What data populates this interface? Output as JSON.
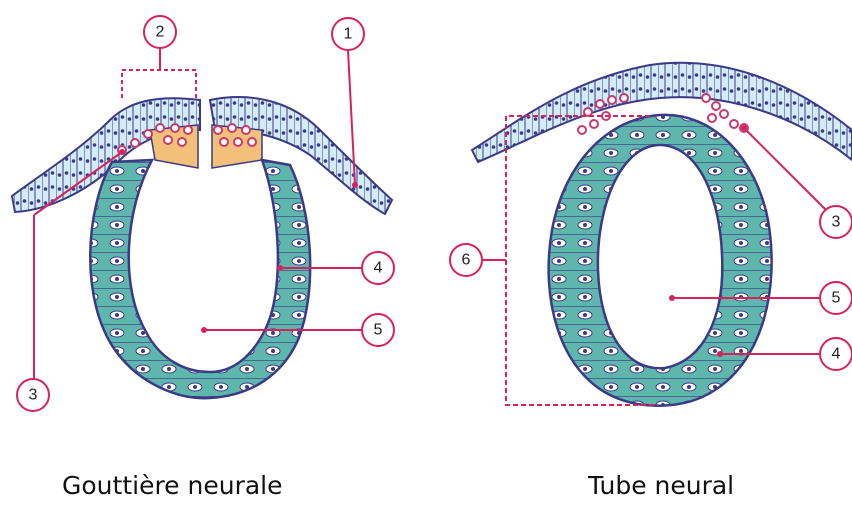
{
  "captions": {
    "left": "Gouttière neurale",
    "right": "Tube neural"
  },
  "labels": {
    "left": [
      "1",
      "2",
      "3",
      "4",
      "5"
    ],
    "right": [
      "3",
      "4",
      "5",
      "6"
    ]
  },
  "colors": {
    "ectoderm": "#d4ecf8",
    "neuroepithelium": "#5fb6ad",
    "outline": "#3b3a86",
    "crest": "#f3c07a",
    "crest_cell": "#c93a6e",
    "leader": "#d6245a"
  }
}
